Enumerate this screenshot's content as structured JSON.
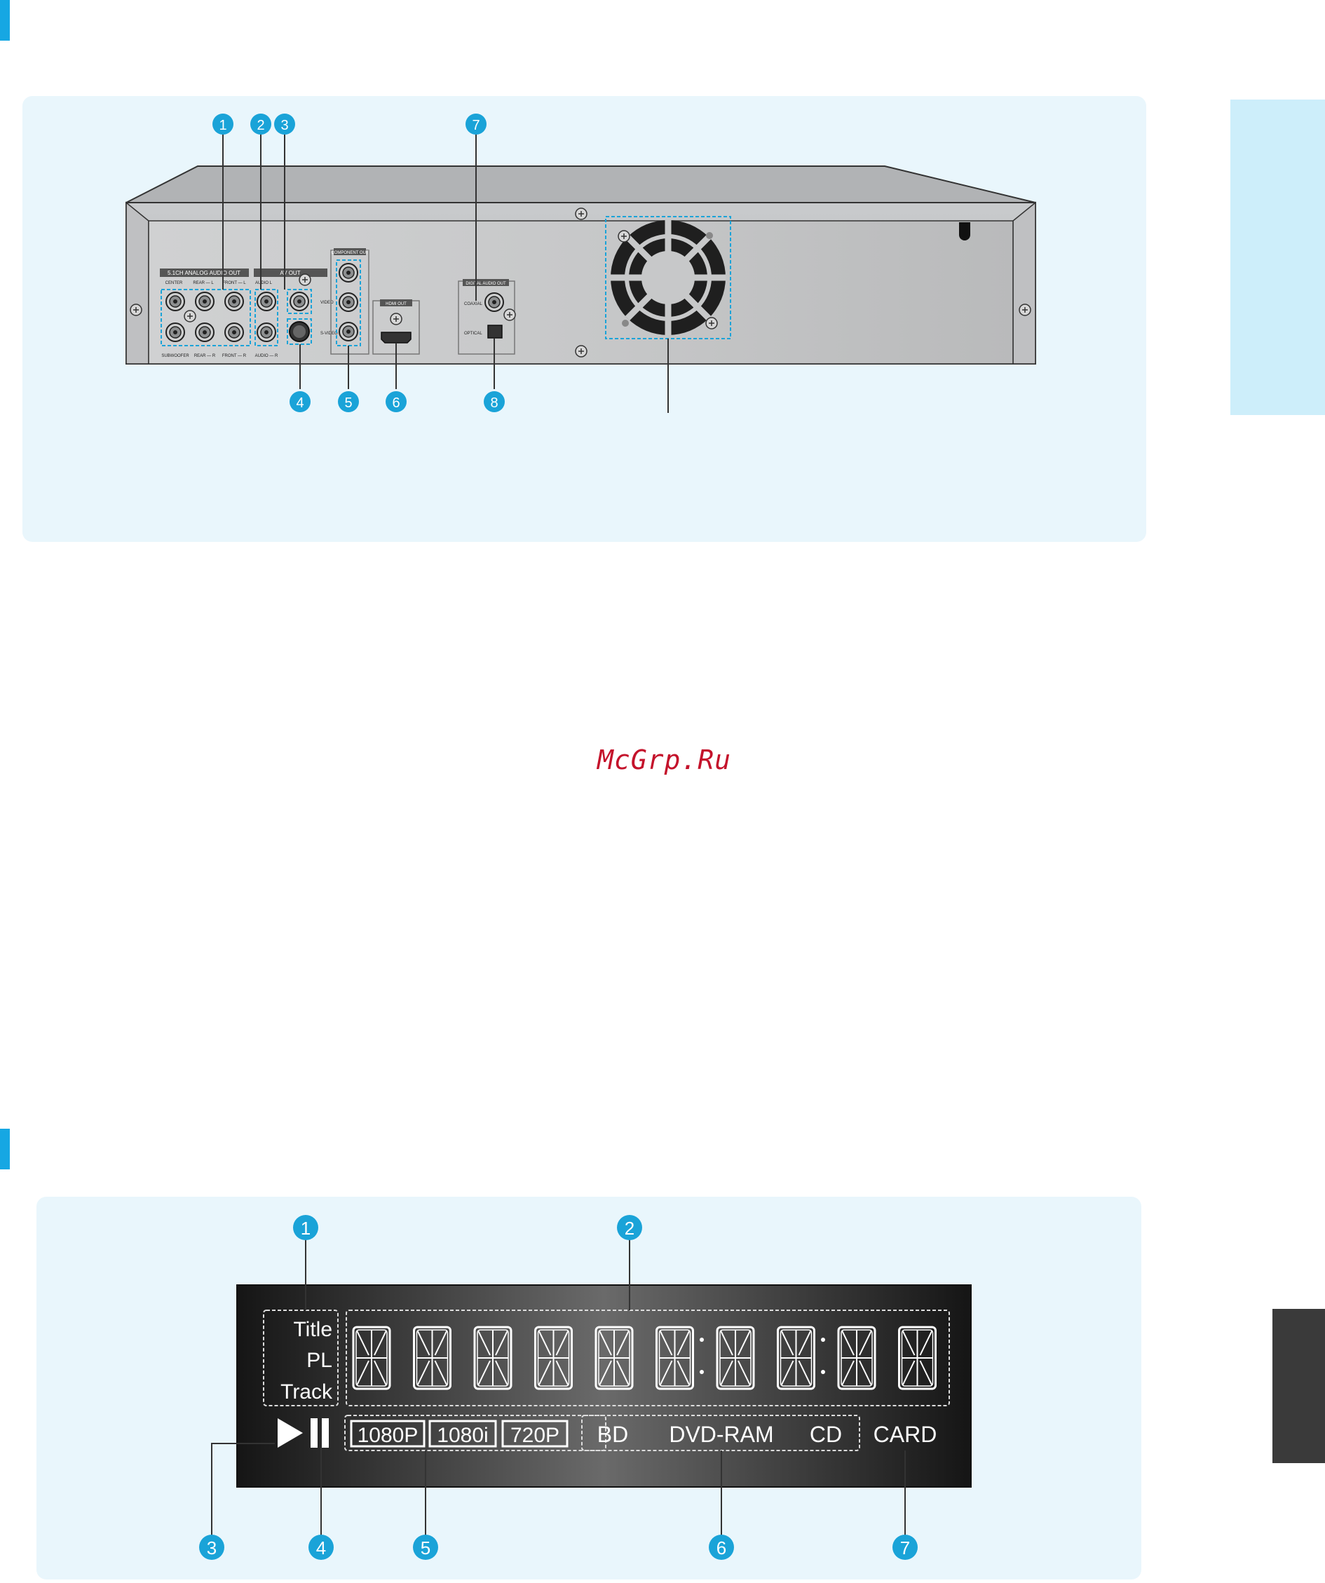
{
  "watermark": "McGrp.Ru",
  "rear_panel": {
    "callouts_top": [
      "1",
      "2",
      "3",
      "7"
    ],
    "callouts_bottom": [
      "4",
      "5",
      "6",
      "8"
    ],
    "labels": {
      "analog_audio_out": "5.1CH ANALOG AUDIO OUT",
      "center": "CENTER",
      "rear_l": "REAR — L",
      "front_l": "FRONT — L",
      "subwoofer": "SUBWOOFER",
      "rear_r": "REAR — R",
      "front_r": "FRONT — R",
      "av_out": "AV OUT",
      "audio_l": "AUDIO L",
      "audio_r": "AUDIO — R",
      "video": "VIDEO",
      "svideo": "S-VIDEO",
      "component_out": "COMPONENT OUT",
      "hdmi_out": "HDMI OUT",
      "digital_audio_out": "DIGITAL AUDIO OUT",
      "coaxial": "COAXIAL",
      "optical": "OPTICAL"
    }
  },
  "front_display": {
    "callouts_top": [
      "1",
      "2"
    ],
    "callouts_bottom": [
      "3",
      "4",
      "5",
      "6",
      "7"
    ],
    "mode_labels": [
      "Title",
      "PL",
      "Track"
    ],
    "digit_count": 10,
    "resolutions": [
      "1080P",
      "1080i",
      "720P"
    ],
    "disc_types": [
      "BD",
      "DVD-RAM",
      "CD"
    ],
    "card": "CARD"
  },
  "colors": {
    "accent": "#16a7e3",
    "callout": "#1aa3d8",
    "panel_bg": "#e9f6fc"
  }
}
